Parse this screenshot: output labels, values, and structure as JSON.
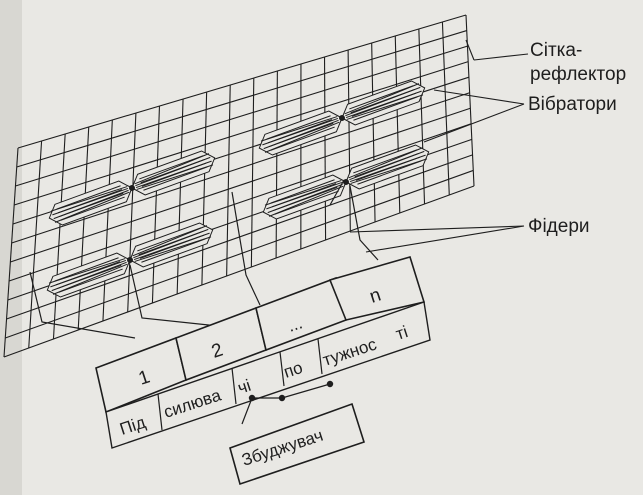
{
  "labels": {
    "reflector_line1": "Сітка-",
    "reflector_line2": "рефлектор",
    "vibrators": "Вібратори",
    "feeders": "Фідери",
    "exciter": "Збуджувач"
  },
  "amplifier_blocks": [
    "1",
    "2",
    "...",
    "n"
  ],
  "amplifier_label_parts": [
    "Під",
    "силюва",
    "чі",
    "по",
    "тужнос",
    "ті"
  ],
  "colors": {
    "background": "#e9e8e4",
    "ink": "#1e1e1e",
    "shadow": "#b9b8b3"
  }
}
